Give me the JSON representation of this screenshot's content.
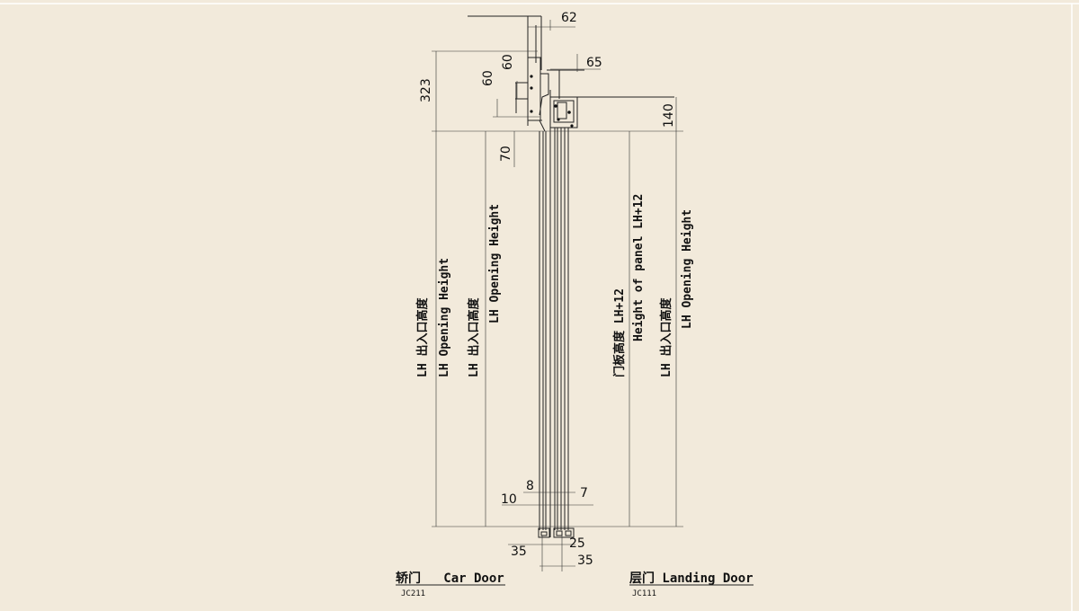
{
  "dimensions": {
    "d62": "62",
    "d65": "65",
    "d323": "323",
    "d60a": "60",
    "d60b": "60",
    "d70": "70",
    "d140": "140",
    "d8": "8",
    "d10": "10",
    "d7": "7",
    "d35a": "35",
    "d25": "25",
    "d35b": "35"
  },
  "labels": {
    "car_lh_cn": "LH 出入口高度",
    "car_lh_en": "LH Opening Height",
    "car_lh_cn2": "LH 出入口高度",
    "car_lh_en2": "LH Opening Height",
    "panel_cn": "门板高度 LH+12",
    "panel_en": "Height of panel  LH+12",
    "landing_lh_cn": "LH 出入口高度",
    "landing_lh_en": "LH Opening Height"
  },
  "captions": {
    "car_door": "轿门   Car Door",
    "car_code": "JC211",
    "landing_door": "层门 Landing Door",
    "landing_code": "JC111"
  }
}
